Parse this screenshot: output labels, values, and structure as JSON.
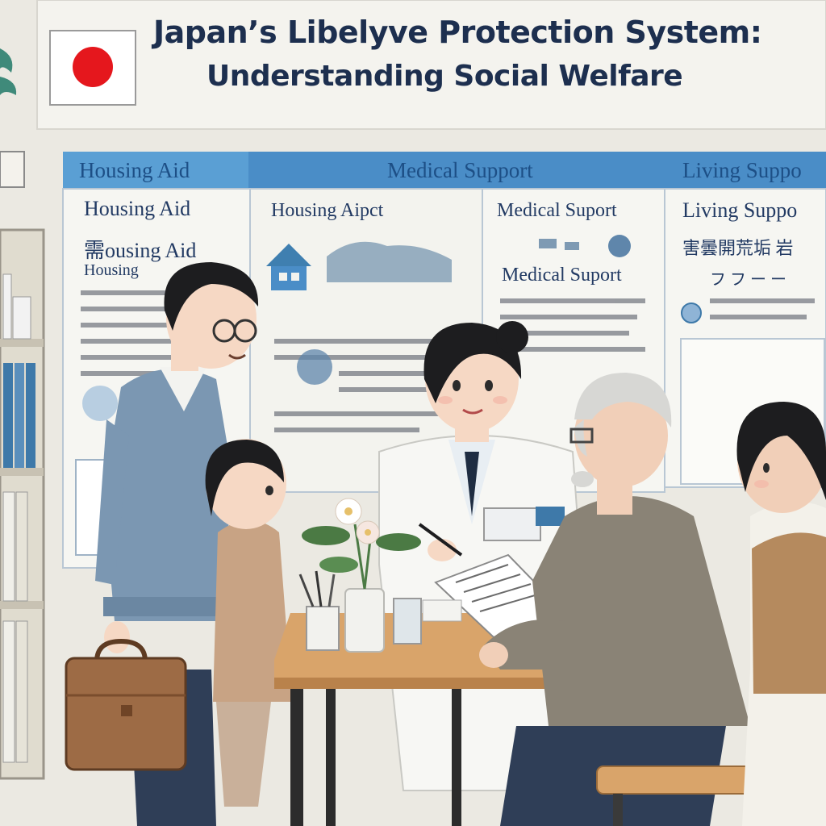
{
  "poster": {
    "title_line1": "Japan’s Libelyve Protection System:",
    "title_line2": "Understanding Social Welfare"
  },
  "banner": {
    "left": "Housing Aid",
    "center": "Medical Support",
    "right": "Living Suppo"
  },
  "panels": {
    "left": {
      "heading": "Housing Aid",
      "line2": "需ousing Aid",
      "line3": "Housing"
    },
    "center_left": {
      "heading": "Housing Aipct"
    },
    "center_right": {
      "heading": "Medical Suport",
      "line2": "Medical Suport"
    },
    "right": {
      "heading": "Living Suppo",
      "line2": "害曇開荒垢 岩",
      "line3": "フ フ ー ー"
    }
  },
  "colors": {
    "wall": "#ebe9e2",
    "banner_blue": "#4a8dc7",
    "title_navy": "#1d2f4f",
    "flag_red": "#e5171d",
    "table_wood": "#d9a46a"
  }
}
